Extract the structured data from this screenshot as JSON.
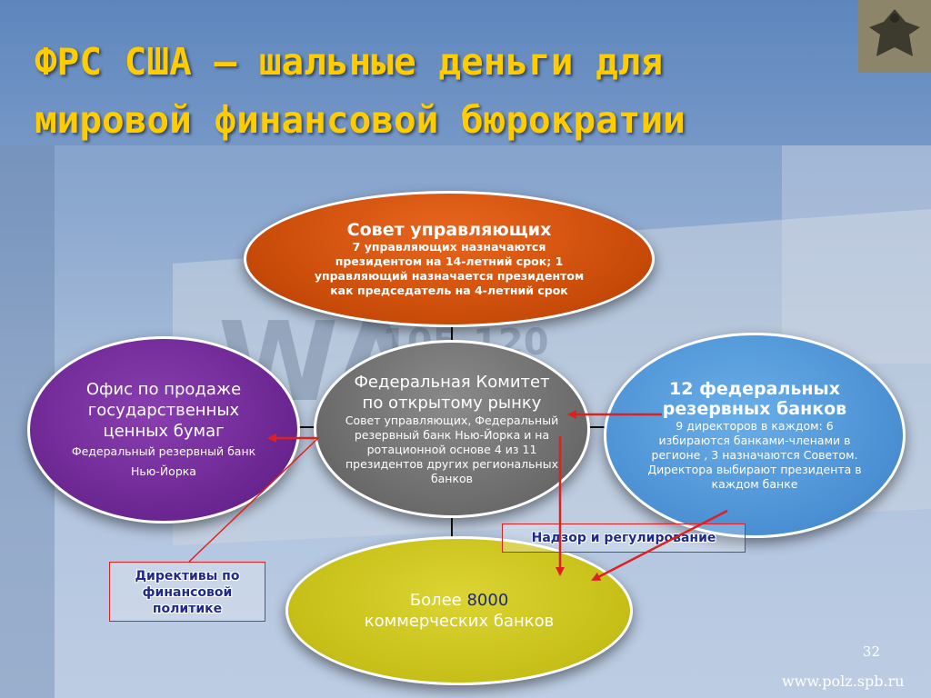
{
  "slide": {
    "title_line1": "ФРС США – шальные деньги для",
    "title_line2": "мировой финансовой бюрократии",
    "page_number": "32",
    "website": "www.polz.spb.ru"
  },
  "nodes": {
    "council": {
      "heading": "Совет управляющих",
      "text": "7 управляющих назначаются президентом на 14-летний срок; 1 управляющий назначается президентом как председатель на 4-летний срок"
    },
    "fomc": {
      "heading": "Федеральная Комитет по открытому рынку",
      "text": "Совет управляющих, Федеральный резервный банк Нью-Йорка и на ротационной основе 4 из 11 президентов других региональных банков"
    },
    "office": {
      "heading": "Офис по продаже государственных ценных бумаг",
      "text": "Федеральный резервный банк Нью-Йорка"
    },
    "fed12": {
      "heading": "12 федеральных резервных банков",
      "text": "9 директоров в каждом: 6 избираются банками-членами в регионе , 3 назначаются Советом. Директора выбирают президента в каждом банке"
    },
    "banks": {
      "prefix": "Более",
      "number": "8000",
      "suffix": "коммерческих банков"
    }
  },
  "labels": {
    "supervision": "Надзор и регулирование",
    "directives": "Директивы по финансовой политике"
  },
  "colors": {
    "title": "#ffcc00",
    "council": "#c84a08",
    "fomc": "#6a6a6a",
    "office": "#6a2590",
    "fed12": "#4a8fd2",
    "banks": "#c6bf18",
    "arrow": "#e02020",
    "label_text": "#1f2a8a"
  }
}
